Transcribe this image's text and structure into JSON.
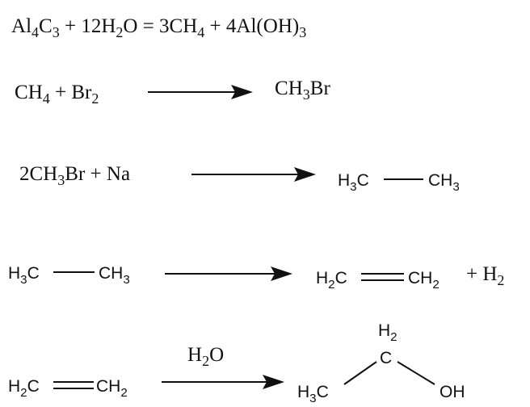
{
  "reactions": [
    {
      "equation": "Al4C3 + 12H2O = 3CH4 + 4Al(OH)3"
    },
    {
      "reactants": "CH4 + Br2",
      "product": "CH3Br"
    },
    {
      "reactants": "2CH3Br + Na",
      "product": "H3C—CH3"
    },
    {
      "reactant": "H3C—CH3",
      "product": "H2C=CH2",
      "byproduct": "+ H2"
    },
    {
      "reactant": "H2C=CH2",
      "condition": "H2O",
      "product": "CH3–CH2–OH",
      "product_labels": {
        "top": "H2",
        "carbon": "C",
        "left": "H3C",
        "right": "OH"
      }
    }
  ]
}
